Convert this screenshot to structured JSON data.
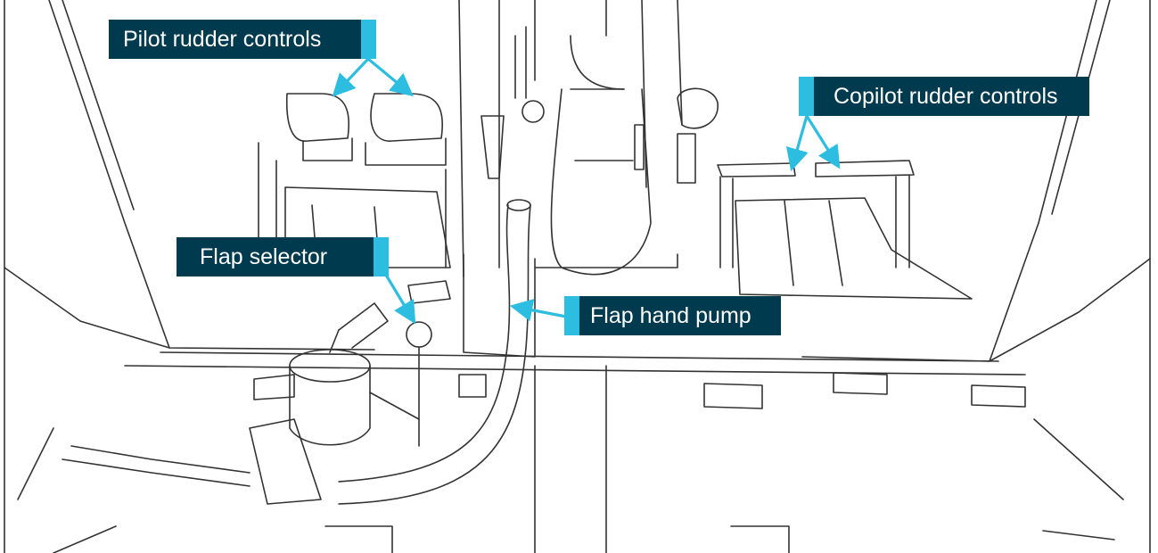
{
  "labels": {
    "pilot_rudder": "Pilot rudder controls",
    "copilot_rudder": "Copilot rudder controls",
    "flap_selector": "Flap selector",
    "flap_hand_pump": "Flap hand pump"
  },
  "colors": {
    "label_background": "#003a4f",
    "label_text": "#ffffff",
    "accent": "#2dbde0",
    "line_art": "#333333"
  }
}
